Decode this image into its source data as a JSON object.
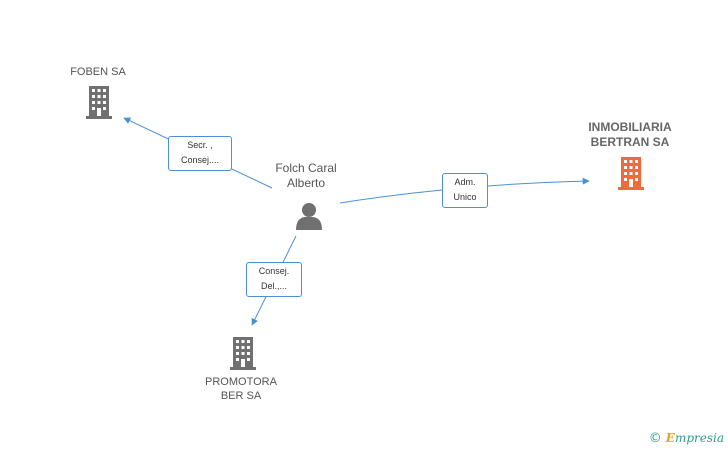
{
  "nodes": {
    "foben": {
      "label": "FOBEN SA"
    },
    "person": {
      "label_line1": "Folch Caral",
      "label_line2": "Alberto"
    },
    "inmobiliaria": {
      "label_line1": "INMOBILIARIA",
      "label_line2": "BERTRAN SA"
    },
    "promotora": {
      "label_line1": "PROMOTORA",
      "label_line2": "BER SA"
    }
  },
  "edges": {
    "to_foben": {
      "line1": "Secr. ,",
      "line2": "Consej...."
    },
    "to_inmobiliaria": {
      "line1": "Adm.",
      "line2": "Unico"
    },
    "to_promotora": {
      "line1": "Consej.",
      "line2": "Del.,..."
    }
  },
  "colors": {
    "edge": "#4a90d9",
    "building_default": "#707070",
    "building_main": "#f26a3a",
    "person": "#707070"
  },
  "watermark": {
    "copyright": "©",
    "brand_initial": "E",
    "brand_rest": "mpresia"
  }
}
